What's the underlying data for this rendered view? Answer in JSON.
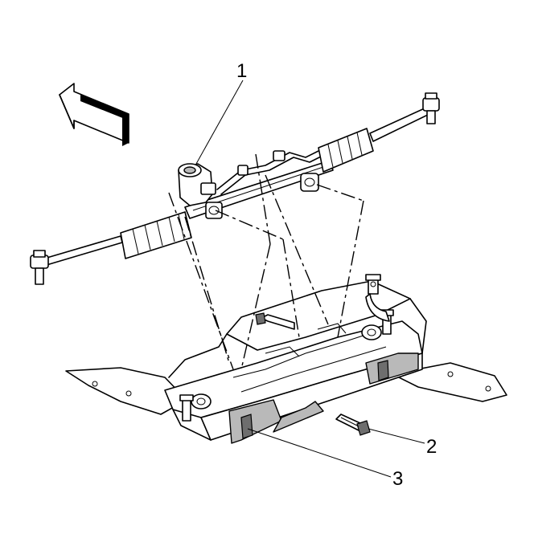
{
  "callouts": [
    {
      "id": "1",
      "label": "1",
      "target": "steering gear"
    },
    {
      "id": "2",
      "label": "2",
      "target": "bolt"
    },
    {
      "id": "3",
      "label": "3",
      "target": "frame"
    }
  ],
  "icons": {
    "direction_arrow": "front-direction-arrow-icon"
  },
  "colors": {
    "line": "#000000",
    "shade": "#b9b9b9",
    "background": "#ffffff"
  }
}
